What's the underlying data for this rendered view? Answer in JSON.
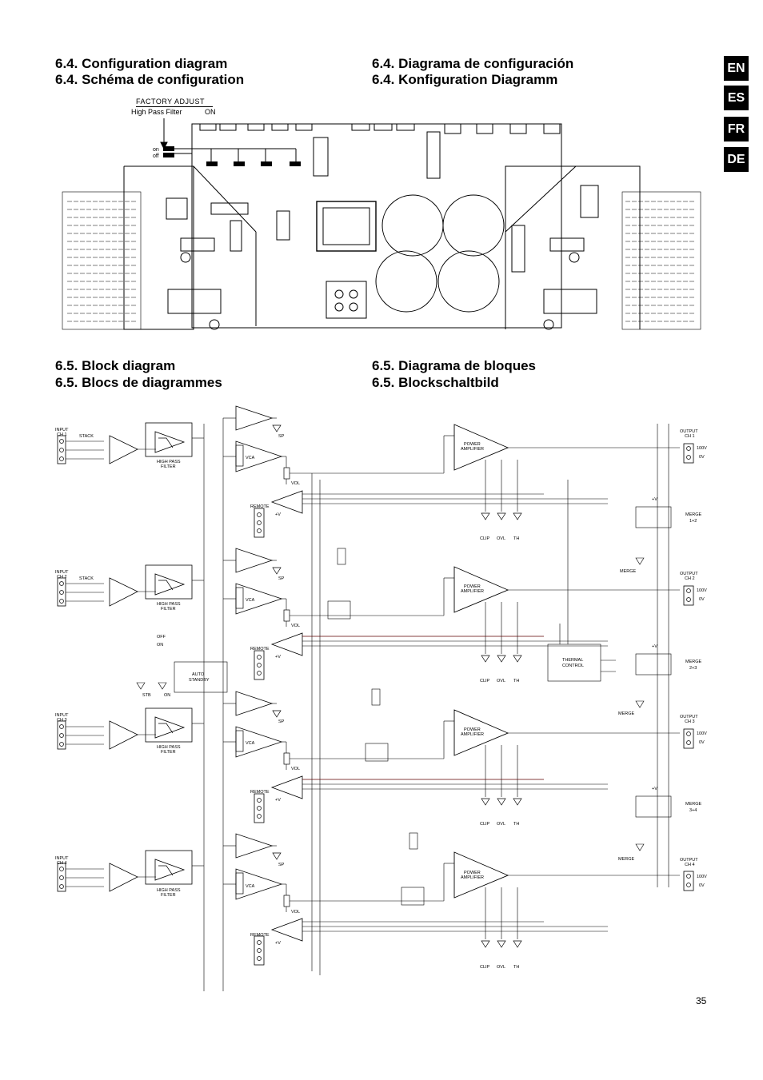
{
  "headings": {
    "config_en": "6.4. Configuration diagram",
    "config_fr": "6.4. Schéma de configuration",
    "config_es": "6.4. Diagrama de configuración",
    "config_de": "6.4. Konfiguration Diagramm",
    "block_en": "6.5. Block diagram",
    "block_fr": "6.5. Blocs de diagrammes",
    "block_es": "6.5. Diagrama de bloques",
    "block_de": "6.5. Blockschaltbild"
  },
  "language_tabs": [
    "EN",
    "ES",
    "FR",
    "DE"
  ],
  "factory_adjust": {
    "title": "FACTORY ADJUST",
    "setting": "High Pass Filter",
    "value": "ON",
    "switch_on": "on",
    "switch_off": "off"
  },
  "block_diagram": {
    "channels": [
      {
        "input": "INPUT",
        "ch": "CH 1",
        "stack": "STACK"
      },
      {
        "input": "INPUT",
        "ch": "CH 2",
        "stack": "STACK"
      },
      {
        "input": "INPUT",
        "ch": "CH 3",
        "stack": ""
      },
      {
        "input": "INPUT",
        "ch": "CH 4",
        "stack": ""
      }
    ],
    "outputs": [
      {
        "label": "OUTPUT",
        "ch": "CH 1"
      },
      {
        "label": "OUTPUT",
        "ch": "CH 2"
      },
      {
        "label": "OUTPUT",
        "ch": "CH 3"
      },
      {
        "label": "OUTPUT",
        "ch": "CH 4"
      }
    ],
    "merges": [
      "1+2",
      "2+3",
      "3+4"
    ],
    "labels": {
      "hpf1": "HIGH PASS",
      "hpf2": "FILTER",
      "vca": "VCA",
      "sp": "SP",
      "vol": "VOL",
      "remote": "REMOTE",
      "plusv": "+V",
      "pa1": "POWER",
      "pa2": "AMPLIFIER",
      "clip": "CLIP",
      "ovl": "OVL",
      "th": "TH",
      "v100": "100V",
      "v0": "0V",
      "merge": "MERGE",
      "auto1": "AUTO",
      "auto2": "STANDBY",
      "off": "OFF",
      "on": "ON",
      "stb": "STB",
      "thermal1": "THERMAL",
      "thermal2": "CONTROL"
    }
  },
  "page_number": "35"
}
